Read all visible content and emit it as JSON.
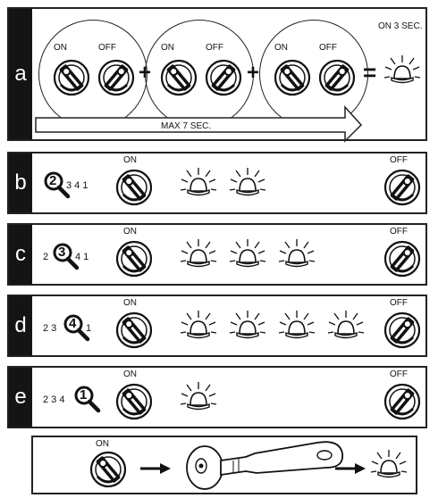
{
  "panel_a": {
    "letter": "a",
    "on_label": "ON",
    "off_label": "OFF",
    "plus": "+",
    "equals": "=",
    "result_label": "ON 3 SEC.",
    "arrow_label": "MAX 7 SEC."
  },
  "rows": [
    {
      "letter": "b",
      "seq_before": "",
      "digit": "2",
      "seq_after": "3 4 1",
      "on_label": "ON",
      "off_label": "OFF",
      "blinks": 2
    },
    {
      "letter": "c",
      "seq_before": "2",
      "digit": "3",
      "seq_after": "4 1",
      "on_label": "ON",
      "off_label": "OFF",
      "blinks": 3
    },
    {
      "letter": "d",
      "seq_before": "2 3",
      "digit": "4",
      "seq_after": "1",
      "on_label": "ON",
      "off_label": "OFF",
      "blinks": 4
    },
    {
      "letter": "e",
      "seq_before": "2 3 4",
      "digit": "1",
      "seq_after": "",
      "on_label": "ON",
      "off_label": "OFF",
      "blinks": 1
    }
  ],
  "bottom": {
    "on_label": "ON"
  },
  "icons": {
    "key_on": "ignition-key-on-icon",
    "key_off": "ignition-key-off-icon",
    "lamp": "blinking-lamp-icon",
    "magnifier": "magnifier-icon",
    "remote": "remote-key-fob-icon"
  }
}
